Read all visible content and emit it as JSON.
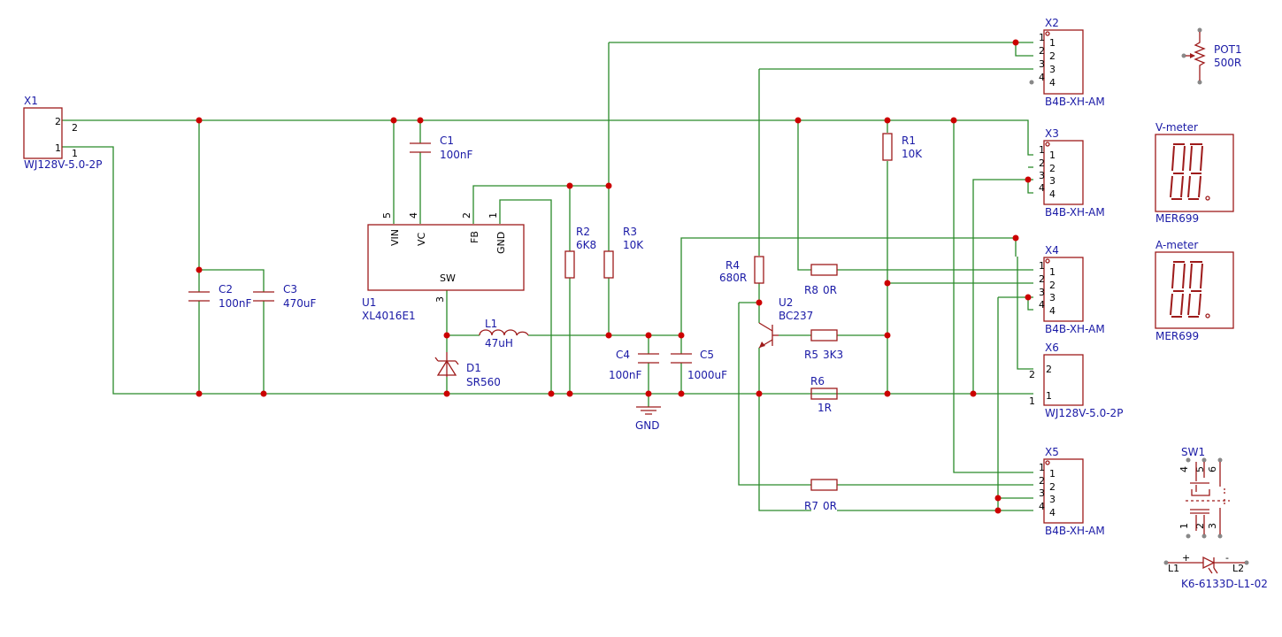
{
  "components": {
    "x1": {
      "ref": "X1",
      "value": "WJ128V-5.0-2P",
      "pins": [
        "2",
        "2",
        "1",
        "1"
      ]
    },
    "x6": {
      "ref": "X6",
      "value": "WJ128V-5.0-2P",
      "pins": [
        "2",
        "2",
        "1",
        "1"
      ]
    },
    "x2": {
      "ref": "X2",
      "value": "B4B-XH-AM",
      "pins": [
        "1",
        "2",
        "3",
        "4"
      ]
    },
    "x3": {
      "ref": "X3",
      "value": "B4B-XH-AM",
      "pins": [
        "1",
        "2",
        "3",
        "4"
      ]
    },
    "x4": {
      "ref": "X4",
      "value": "B4B-XH-AM",
      "pins": [
        "1",
        "2",
        "3",
        "4"
      ]
    },
    "x5": {
      "ref": "X5",
      "value": "B4B-XH-AM",
      "pins": [
        "1",
        "2",
        "3",
        "4"
      ]
    },
    "pot1": {
      "ref": "POT1",
      "value": "500R"
    },
    "vmeter": {
      "ref": "V-meter",
      "value": "MER699"
    },
    "ameter": {
      "ref": "A-meter",
      "value": "MER699"
    },
    "sw1": {
      "ref": "SW1",
      "pins": [
        "4",
        "5",
        "6",
        "1",
        "2",
        "3"
      ]
    },
    "led": {
      "ref_a": "L1",
      "ref_b": "L2",
      "plus": "+",
      "minus": "-",
      "value": "K6-6133D-L1-02"
    },
    "u1": {
      "ref": "U1",
      "value": "XL4016E1",
      "pin_names": [
        "VIN",
        "VC",
        "FB",
        "GND",
        "SW"
      ],
      "pin_nums": [
        "5",
        "4",
        "2",
        "1",
        "3"
      ]
    },
    "c1": {
      "ref": "C1",
      "value": "100nF"
    },
    "c2": {
      "ref": "C2",
      "value": "100nF"
    },
    "c3": {
      "ref": "C3",
      "value": "470uF"
    },
    "c4": {
      "ref": "C4",
      "value": "100nF"
    },
    "c5": {
      "ref": "C5",
      "value": "1000uF"
    },
    "r1": {
      "ref": "R1",
      "value": "10K"
    },
    "r2": {
      "ref": "R2",
      "value": "6K8"
    },
    "r3": {
      "ref": "R3",
      "value": "10K"
    },
    "r4": {
      "ref": "R4",
      "value": "680R"
    },
    "r5": {
      "ref": "R5",
      "value": "3K3"
    },
    "r6": {
      "ref": "R6",
      "value": "1R"
    },
    "r7": {
      "ref": "R7",
      "value": "0R"
    },
    "r8": {
      "ref": "R8",
      "value": "0R"
    },
    "l1": {
      "ref": "L1",
      "value": "47uH"
    },
    "d1": {
      "ref": "D1",
      "value": "SR560"
    },
    "u2": {
      "ref": "U2",
      "value": "BC237"
    },
    "gnd": {
      "label": "GND"
    }
  }
}
